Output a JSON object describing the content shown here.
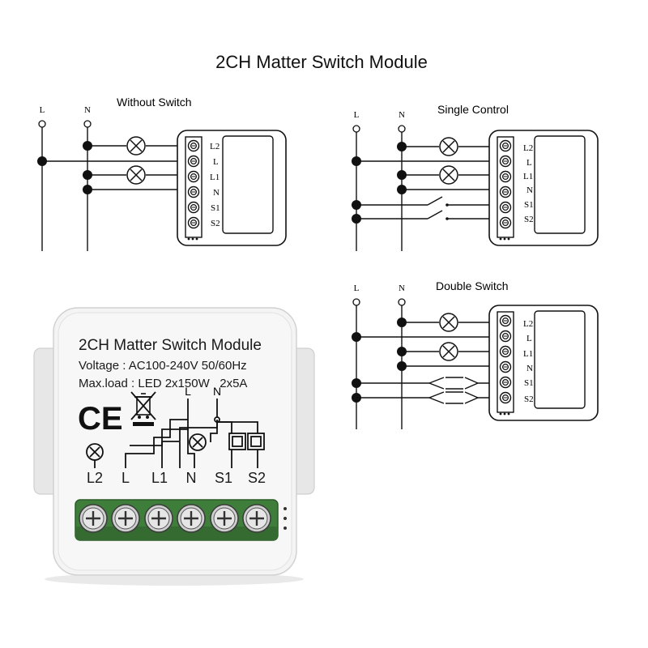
{
  "title": "2CH Matter Switch Module",
  "line_labels": {
    "live": "L",
    "neutral": "N"
  },
  "terminal_labels": [
    "L2",
    "L",
    "L1",
    "N",
    "S1",
    "S2"
  ],
  "diagrams": {
    "without_switch": {
      "caption": "Without Switch"
    },
    "single_control": {
      "caption": "Single Control"
    },
    "double_switch": {
      "caption": "Double Switch"
    }
  },
  "device_label": {
    "title": "2CH Matter Switch Module",
    "voltage": "Voltage : AC100-240V 50/60Hz",
    "max_load": "Max.load : LED 2x150W   2x5A",
    "ce_mark": "CE",
    "weee_icon": "crossed-out-bin-icon",
    "schematic_labels": {
      "L": "L",
      "N": "N"
    },
    "terminals": [
      "L2",
      "L",
      "L1",
      "N",
      "S1",
      "S2"
    ]
  },
  "colors": {
    "line": "#111111",
    "device_body": "#f3f3f3",
    "terminal_green": "#3f7d3a",
    "terminal_screw": "#cfcfcf"
  }
}
